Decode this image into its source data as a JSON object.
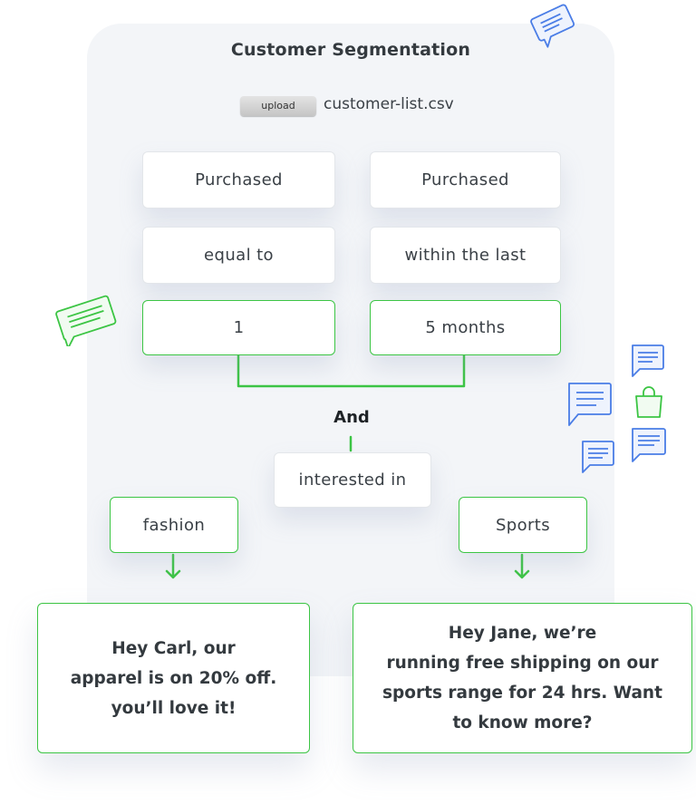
{
  "title": "Customer Segmentation",
  "upload": {
    "button_label": "upload",
    "filename": "customer-list.csv"
  },
  "left_conditions": [
    "Purchased",
    "equal to",
    "1"
  ],
  "right_conditions": [
    "Purchased",
    "within the last",
    "5 months"
  ],
  "combinator": "And",
  "interest_label": "interested in",
  "interests": {
    "left": "fashion",
    "right": "Sports"
  },
  "messages": {
    "left": [
      "Hey Carl, our",
      "apparel is on 20% off.",
      "you’ll love it!"
    ],
    "right": [
      "Hey Jane, we’re",
      "running free shipping on our",
      "sports range for 24 hrs. Want",
      "to know more?"
    ]
  },
  "colors": {
    "accent_green": "#3cc544",
    "icon_blue": "#4a7de6",
    "panel_bg": "#f3f5f8"
  },
  "icons": [
    "chat-bubble-icon",
    "shopping-bag-icon"
  ]
}
